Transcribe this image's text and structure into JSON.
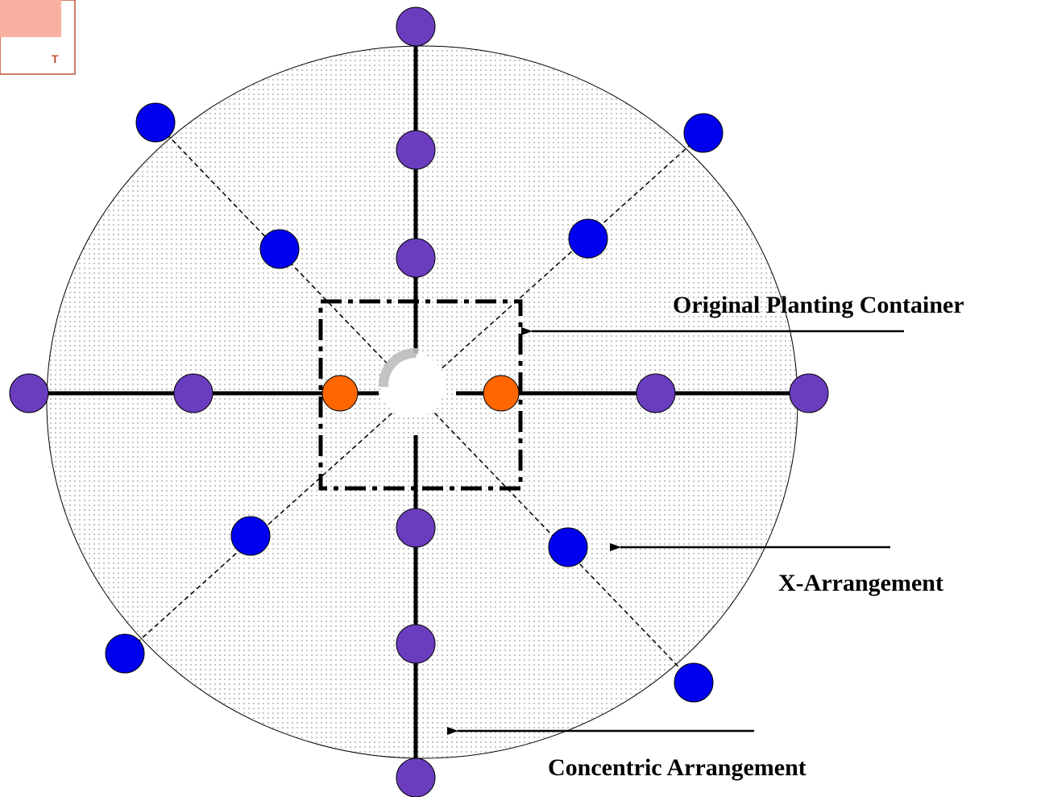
{
  "labels": {
    "original_container": "Original Planting Container",
    "x_arrangement": "X-Arrangement",
    "concentric_arrangement": "Concentric Arrangement"
  },
  "corner_badge": {
    "letter": "T"
  },
  "colors": {
    "purple_marker": "#6a3dbf",
    "blue_marker": "#0000ee",
    "orange_marker": "#ff6600",
    "badge_fill": "#f8b0a0",
    "badge_border": "#c05030",
    "dot_pattern": "#9a9a9a"
  }
}
